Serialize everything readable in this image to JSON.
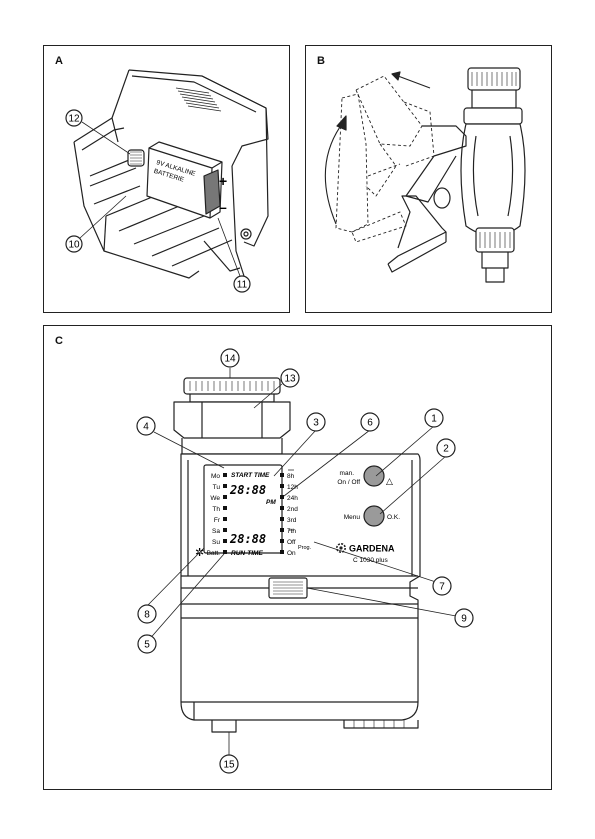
{
  "panels": [
    {
      "label": "A"
    },
    {
      "label": "B"
    },
    {
      "label": "C"
    }
  ],
  "battery": {
    "line1": "9V ALKALINE",
    "line2": "BATTERIE",
    "plus": "+",
    "minus": "–"
  },
  "callouts_a": [
    "12",
    "10",
    "11"
  ],
  "callouts_c": [
    "14",
    "13",
    "4",
    "3",
    "6",
    "1",
    "2",
    "7",
    "8",
    "9",
    "5",
    "15"
  ],
  "lcd": {
    "days": [
      "Mo",
      "Tu",
      "We",
      "Th",
      "Fr",
      "Sa",
      "Su",
      "Batt."
    ],
    "intervals": [
      "8h",
      "12h",
      "24h",
      "2nd",
      "3rd",
      "7th",
      "Off",
      "On"
    ],
    "start_time": "START TIME",
    "run_time": "RUN-TIME",
    "digits_top": "28:88",
    "digits_bottom": "28:88",
    "pm": "PM",
    "prog": "Prog.",
    "frost": "✲"
  },
  "buttons": {
    "man_line1": "man.",
    "man_line2": "On / Off",
    "triangle": "△",
    "menu": "Menu",
    "ok": "O.K."
  },
  "brand": {
    "name": "GARDENA",
    "model": "C 1030 plus"
  }
}
